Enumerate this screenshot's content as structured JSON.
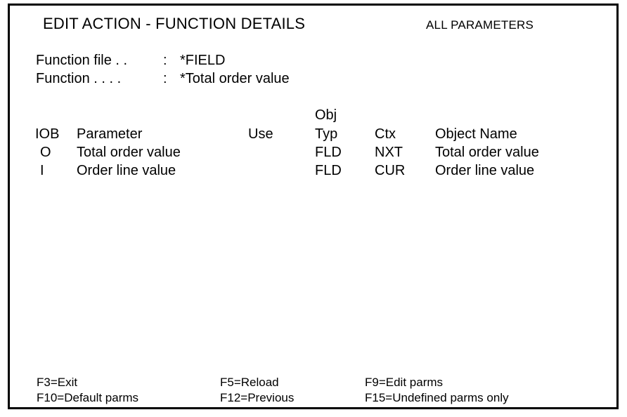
{
  "screen": {
    "title": "EDIT ACTION - FUNCTION DETAILS",
    "mode": "ALL PARAMETERS"
  },
  "info": {
    "rows": [
      {
        "label": "Function file . .",
        "separator": ":",
        "value": "*FIELD"
      },
      {
        "label": "Function . . . .",
        "separator": ":",
        "value": "*Total order value"
      }
    ]
  },
  "table": {
    "headers": {
      "iob": "IOB",
      "parameter": "Parameter",
      "use": "Use",
      "obj_top": "Obj",
      "obj_typ": "Typ",
      "ctx": "Ctx",
      "object_name": "Object Name"
    },
    "rows": [
      {
        "iob": "O",
        "parameter": "Total order value",
        "use": "",
        "typ": "FLD",
        "ctx": "NXT",
        "object_name": "Total order value"
      },
      {
        "iob": "I",
        "parameter": "Order line value",
        "use": "",
        "typ": "FLD",
        "ctx": "CUR",
        "object_name": "Order line value"
      }
    ]
  },
  "function_keys": {
    "col1": [
      {
        "key": "F3",
        "label": "F3=Exit"
      },
      {
        "key": "F10",
        "label": "F10=Default parms"
      }
    ],
    "col2": [
      {
        "key": "F5",
        "label": "F5=Reload"
      },
      {
        "key": "F12",
        "label": "F12=Previous"
      }
    ],
    "col3": [
      {
        "key": "F9",
        "label": "F9=Edit parms"
      },
      {
        "key": "F15",
        "label": "F15=Undefined parms only"
      }
    ]
  },
  "colors": {
    "background": "#ffffff",
    "text": "#000000",
    "border": "#000000"
  }
}
